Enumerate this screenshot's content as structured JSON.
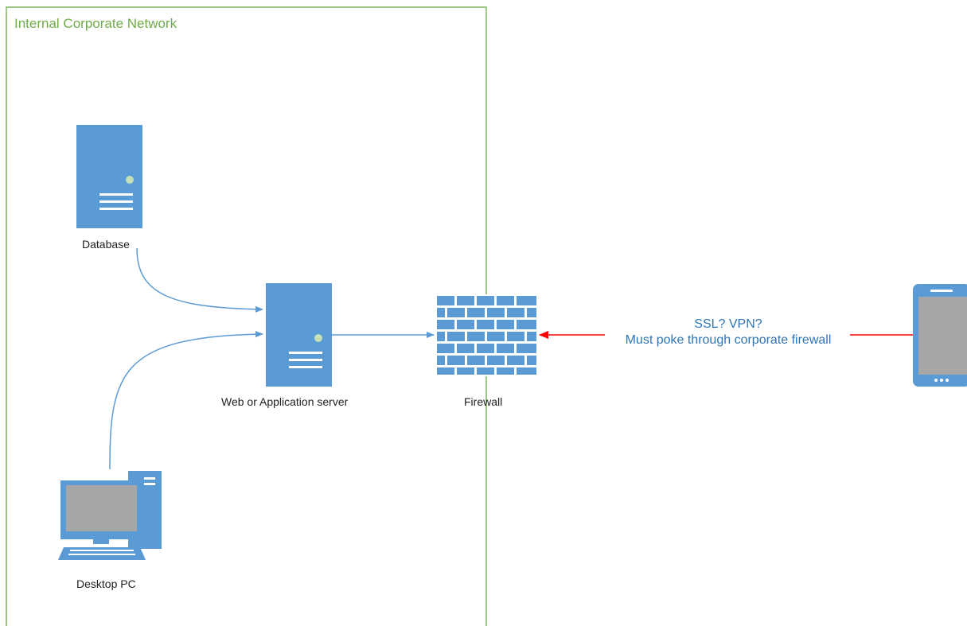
{
  "network": {
    "title": "Internal Corporate Network"
  },
  "nodes": {
    "database": {
      "label": "Database",
      "icon": "database-server-icon"
    },
    "app_server": {
      "label": "Web or Application server",
      "icon": "application-server-icon"
    },
    "firewall": {
      "label": "Firewall",
      "icon": "firewall-brick-icon"
    },
    "desktop": {
      "label": "Desktop PC",
      "icon": "desktop-pc-icon"
    },
    "mobile": {
      "label": "",
      "icon": "mobile-phone-icon"
    }
  },
  "connection_note": {
    "line1": "SSL? VPN?",
    "line2": "Must poke through corporate firewall"
  },
  "colors": {
    "network_border": "#7ab55c",
    "network_title": "#70ad47",
    "device_fill": "#5b9bd5",
    "internal_link": "#5b9bd5",
    "external_link": "#ff0000",
    "screen_gray": "#a6a6a6",
    "note_text": "#2e75b6",
    "status_light": "#c5e0b4"
  }
}
